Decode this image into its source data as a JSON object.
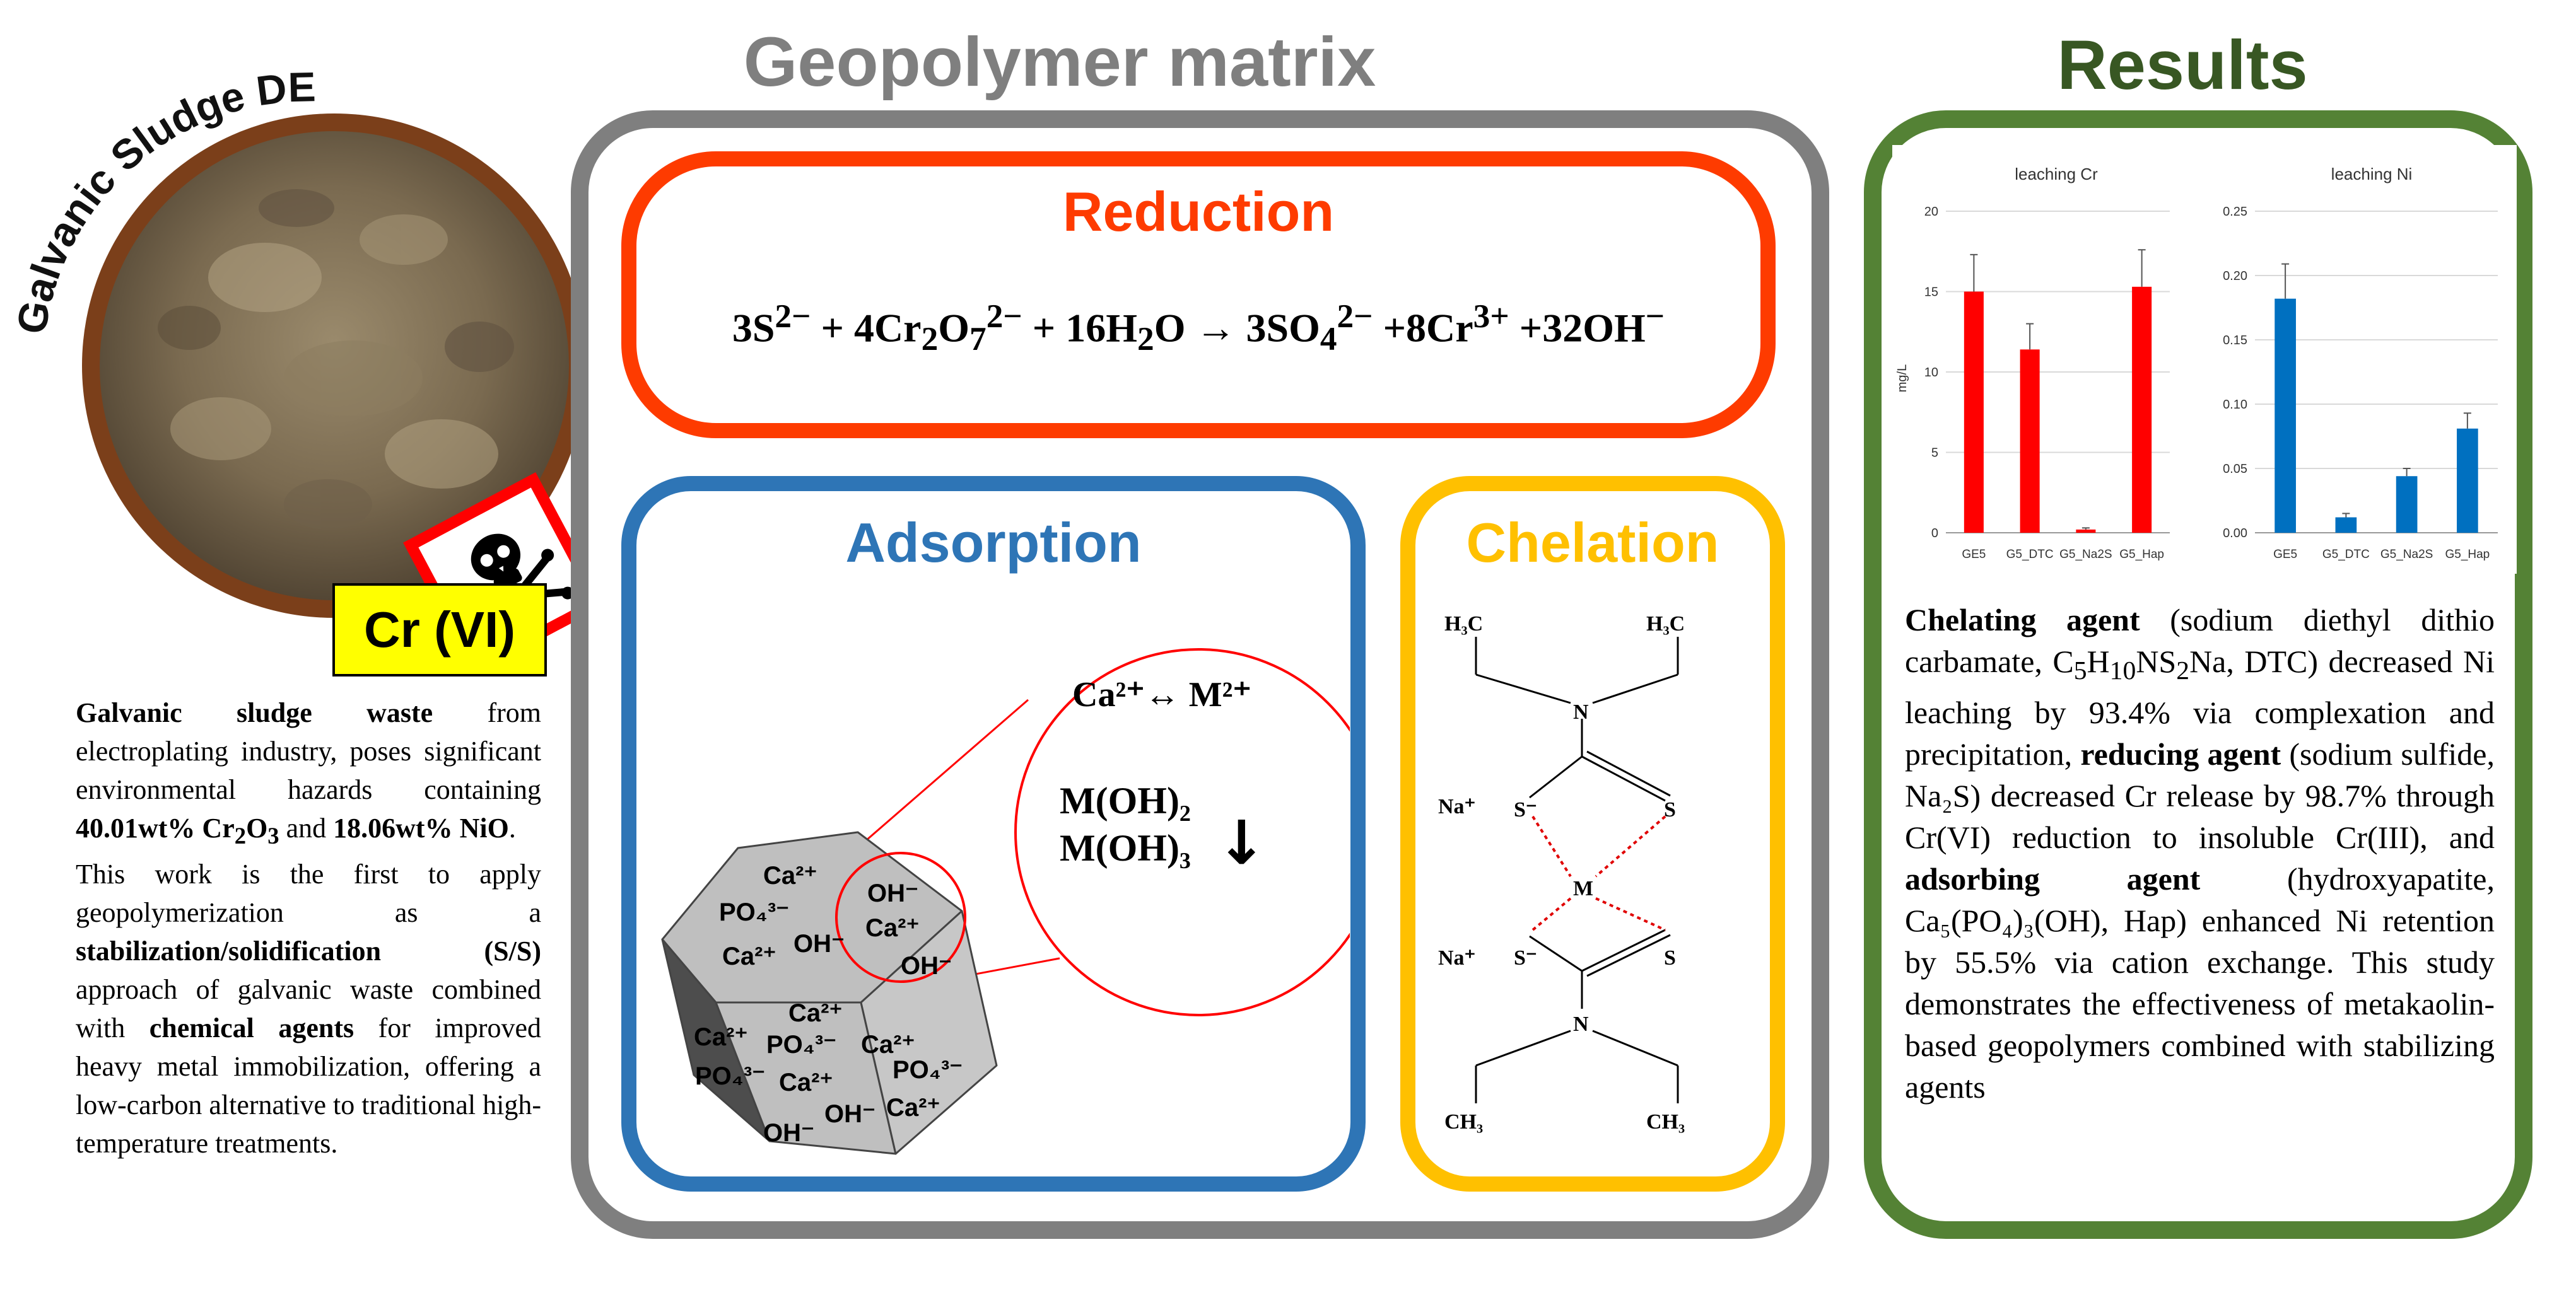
{
  "sludge": {
    "arc_title": "Galvanic Sludge DE",
    "cr_label": "Cr (VI)",
    "hazard_icon": "skull-crossbones-icon"
  },
  "left_text": {
    "p1_bold": "Galvanic sludge waste",
    "p1_a": " from electroplating industry, poses significant environmental hazards containing ",
    "p1_b1": "40.01wt% Cr",
    "p1_b1_sub": "2",
    "p1_b1_tail": "O",
    "p1_b1_sub2": "3",
    "p1_mid": " and ",
    "p1_b2": "18.06wt% NiO",
    "p1_end": ".",
    "p2_a": "This work is the first to apply geopolymerization as a ",
    "p2_b1": "stabilization/solidification (S/S)",
    "p2_c": " approach of galvanic waste combined with ",
    "p2_b2": "chemical agents",
    "p2_d": " for improved heavy metal immobilization, offering a low-carbon alternative to traditional high-temperature treatments."
  },
  "geopolymer": {
    "title": "Geopolymer matrix",
    "reduction": {
      "title": "Reduction",
      "eq": [
        "3S",
        "2−",
        " + 4Cr",
        "2",
        "O",
        "7",
        "2−",
        " + 16H",
        "2",
        "O → 3SO",
        "4",
        "2−",
        " +8Cr",
        "3+",
        " +32OH",
        "−"
      ]
    },
    "adsorption": {
      "title": "Adsorption",
      "exchange": "Ca²⁺↔ M²⁺",
      "hydroxide2": "M(OH)₂",
      "hydroxide3": "M(OH)₃",
      "arrow": "↓",
      "crystal_labels": [
        "Ca²⁺",
        "PO₄³⁻",
        "Ca²⁺",
        "OH⁻",
        "OH⁻",
        "Ca²⁺",
        "OH⁻",
        "Ca²⁺",
        "PO₄³⁻",
        "Ca²⁺",
        "OH⁻",
        "OH⁻",
        "Ca²⁺",
        "PO₄³⁻",
        "Ca²⁺",
        "Ca²⁺",
        "PO₄³⁻"
      ]
    },
    "chelation": {
      "title": "Chelation",
      "labels": [
        "H₃C",
        "H₃C",
        "N",
        "Na⁺",
        "S⁻",
        "S",
        "M",
        "Na⁺",
        "S⁻",
        "S",
        "N",
        "CH₃",
        "CH₃"
      ]
    }
  },
  "results": {
    "title": "Results",
    "text": {
      "b1": "Chelating agent",
      "t1": " (sodium diethyl dithio carbamate, C",
      "s1": "5",
      "t1b": "H",
      "s2": "10",
      "t1c": "NS",
      "s3": "2",
      "t1d": "Na, DTC) decreased Ni leaching by 93.4% via complexation and precipitation, ",
      "b2": "reducing agent",
      "t2": " (sodium sulfide, Na₂S) decreased Cr release by 98.7% through Cr(VI) reduction to insoluble Cr(III), and ",
      "b3": "adsorbing agent",
      "t3": " (hydroxyapatite, Ca₅(PO₄)₃(OH), Hap) enhanced Ni retention by 55.5% via cation exchange. This study demonstrates the effectiveness of metakaolin-based geopolymers combined with stabilizing agents"
    }
  },
  "colors": {
    "geopolymer_border": "#7f7f7f",
    "reduction": "#fe3b00",
    "adsorption": "#2e75b6",
    "chelation": "#ffc000",
    "results_border": "#548235",
    "results_title": "#385723",
    "cr_bar": "#ff0000",
    "ni_bar": "#0070c0"
  },
  "chart_data": [
    {
      "type": "bar",
      "title": "leaching Cr",
      "ylabel": "mg/L",
      "categories": [
        "GE5",
        "G5_DTC",
        "G5_Na2S",
        "G5_Hap"
      ],
      "values": [
        15.0,
        11.4,
        0.2,
        15.3
      ],
      "errors": [
        2.3,
        1.6,
        0.1,
        2.3
      ],
      "ylim": [
        0,
        20
      ],
      "yticks": [
        "0",
        "5",
        "10",
        "15",
        "20"
      ],
      "ytick_values": [
        0,
        5,
        10,
        15,
        20
      ],
      "grid": true
    },
    {
      "type": "bar",
      "title": "leaching Ni",
      "ylabel": "",
      "categories": [
        "GE5",
        "G5_DTC",
        "G5_Na2S",
        "G5_Hap"
      ],
      "values": [
        0.182,
        0.012,
        0.044,
        0.081
      ],
      "errors": [
        0.027,
        0.003,
        0.006,
        0.012
      ],
      "ylim": [
        0,
        0.25
      ],
      "yticks": [
        "0.00",
        "0.05",
        "0.10",
        "0.15",
        "0.20",
        "0.25"
      ],
      "ytick_values": [
        0,
        0.05,
        0.1,
        0.15,
        0.2,
        0.25
      ],
      "grid": true
    }
  ]
}
